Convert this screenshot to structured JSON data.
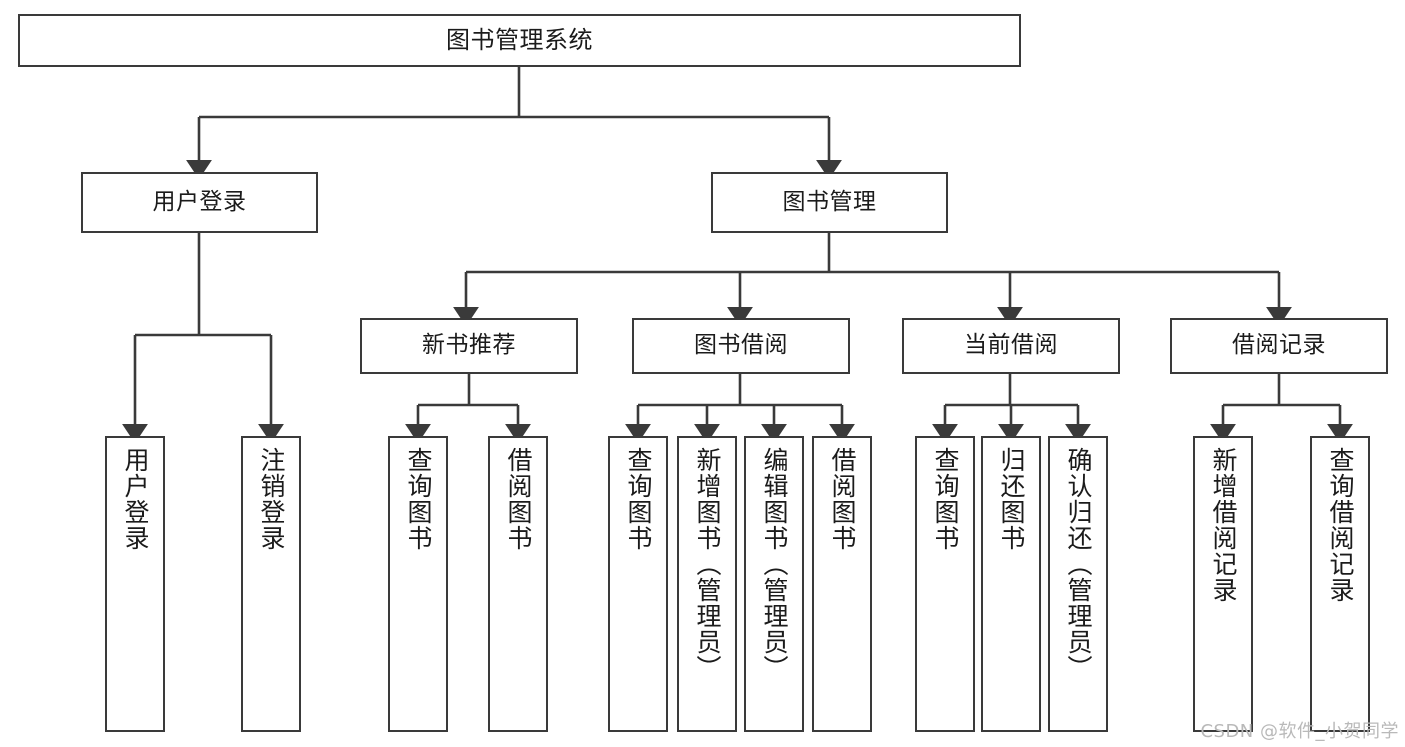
{
  "diagram": {
    "title": "图书管理系统",
    "type": "tree",
    "watermark": "CSDN @软件_小贺同学",
    "colors": {
      "background": "#ffffff",
      "box_border": "#3a3a3a",
      "edge": "#3a3a3a",
      "text": "#1b1b1b",
      "watermark": "#b9b9b9"
    },
    "nodes": [
      {
        "id": "root",
        "label": "图书管理系统",
        "level": 0,
        "orientation": "horizontal"
      },
      {
        "id": "user-login",
        "label": "用户登录",
        "level": 1,
        "orientation": "horizontal"
      },
      {
        "id": "book-mgmt",
        "label": "图书管理",
        "level": 1,
        "orientation": "horizontal"
      },
      {
        "id": "new-book-rec",
        "label": "新书推荐",
        "level": 2,
        "orientation": "horizontal"
      },
      {
        "id": "book-borrow",
        "label": "图书借阅",
        "level": 2,
        "orientation": "horizontal"
      },
      {
        "id": "current-borrow",
        "label": "当前借阅",
        "level": 2,
        "orientation": "horizontal"
      },
      {
        "id": "borrow-record",
        "label": "借阅记录",
        "level": 2,
        "orientation": "horizontal"
      },
      {
        "id": "leaf-user-login",
        "label": "用户登录",
        "level": 3,
        "orientation": "vertical"
      },
      {
        "id": "leaf-logout",
        "label": "注销登录",
        "level": 3,
        "orientation": "vertical"
      },
      {
        "id": "leaf-query-1",
        "label": "查询图书",
        "level": 3,
        "orientation": "vertical"
      },
      {
        "id": "leaf-borrow-1",
        "label": "借阅图书",
        "level": 3,
        "orientation": "vertical"
      },
      {
        "id": "leaf-query-2",
        "label": "查询图书",
        "level": 3,
        "orientation": "vertical"
      },
      {
        "id": "leaf-add-book",
        "label": "新增图书（管理员）",
        "level": 3,
        "orientation": "vertical"
      },
      {
        "id": "leaf-edit-book",
        "label": "编辑图书（管理员）",
        "level": 3,
        "orientation": "vertical"
      },
      {
        "id": "leaf-borrow-2",
        "label": "借阅图书",
        "level": 3,
        "orientation": "vertical"
      },
      {
        "id": "leaf-query-3",
        "label": "查询图书",
        "level": 3,
        "orientation": "vertical"
      },
      {
        "id": "leaf-return",
        "label": "归还图书",
        "level": 3,
        "orientation": "vertical"
      },
      {
        "id": "leaf-confirm",
        "label": "确认归还（管理员）",
        "level": 3,
        "orientation": "vertical"
      },
      {
        "id": "leaf-add-rec",
        "label": "新增借阅记录",
        "level": 3,
        "orientation": "vertical"
      },
      {
        "id": "leaf-query-rec",
        "label": "查询借阅记录",
        "level": 3,
        "orientation": "vertical"
      }
    ],
    "edges": [
      {
        "from": "root",
        "to": "user-login"
      },
      {
        "from": "root",
        "to": "book-mgmt"
      },
      {
        "from": "book-mgmt",
        "to": "new-book-rec"
      },
      {
        "from": "book-mgmt",
        "to": "book-borrow"
      },
      {
        "from": "book-mgmt",
        "to": "current-borrow"
      },
      {
        "from": "book-mgmt",
        "to": "borrow-record"
      },
      {
        "from": "user-login",
        "to": "leaf-user-login"
      },
      {
        "from": "user-login",
        "to": "leaf-logout"
      },
      {
        "from": "new-book-rec",
        "to": "leaf-query-1"
      },
      {
        "from": "new-book-rec",
        "to": "leaf-borrow-1"
      },
      {
        "from": "book-borrow",
        "to": "leaf-query-2"
      },
      {
        "from": "book-borrow",
        "to": "leaf-add-book"
      },
      {
        "from": "book-borrow",
        "to": "leaf-edit-book"
      },
      {
        "from": "book-borrow",
        "to": "leaf-borrow-2"
      },
      {
        "from": "current-borrow",
        "to": "leaf-query-3"
      },
      {
        "from": "current-borrow",
        "to": "leaf-return"
      },
      {
        "from": "current-borrow",
        "to": "leaf-confirm"
      },
      {
        "from": "borrow-record",
        "to": "leaf-add-rec"
      },
      {
        "from": "borrow-record",
        "to": "leaf-query-rec"
      }
    ]
  }
}
